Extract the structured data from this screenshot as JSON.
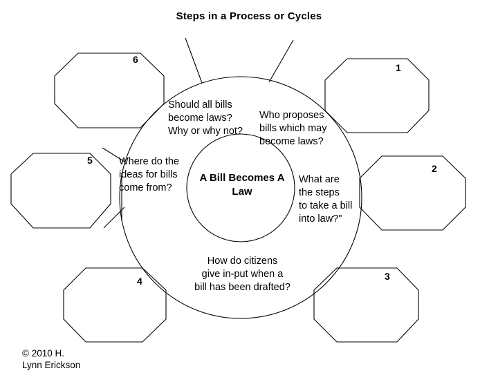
{
  "page": {
    "title": "Steps in a Process or Cycles",
    "background_color": "#ffffff",
    "line_color": "#000000"
  },
  "center": {
    "label": "A Bill Becomes\nA Law"
  },
  "questions": [
    {
      "id": "q-top-left",
      "text": "Should all bills\nbecome laws?\nWhy or why not?",
      "position": "top-left-inner-ring"
    },
    {
      "id": "q-top-right",
      "text": "Who proposes\nbills which may\nbecome laws?",
      "position": "top-right-inner-ring"
    },
    {
      "id": "q-left",
      "text": "Where do the\nideas for bills\ncome from?",
      "position": "left-inner-ring"
    },
    {
      "id": "q-right",
      "text": "What are\nthe steps\nto take a bill\ninto law?\"",
      "position": "right-inner-ring"
    },
    {
      "id": "q-bottom",
      "text": "How do citizens\ngive in-put when a\nbill has been drafted?",
      "position": "bottom-inner-ring"
    }
  ],
  "octagons": [
    {
      "number": "1",
      "position": "top-right"
    },
    {
      "number": "2",
      "position": "right"
    },
    {
      "number": "3",
      "position": "bottom-right"
    },
    {
      "number": "4",
      "position": "bottom-left"
    },
    {
      "number": "5",
      "position": "left"
    },
    {
      "number": "6",
      "position": "top-left"
    }
  ],
  "footer": {
    "copyright": "© 2010 H.\nLynn Erickson"
  }
}
